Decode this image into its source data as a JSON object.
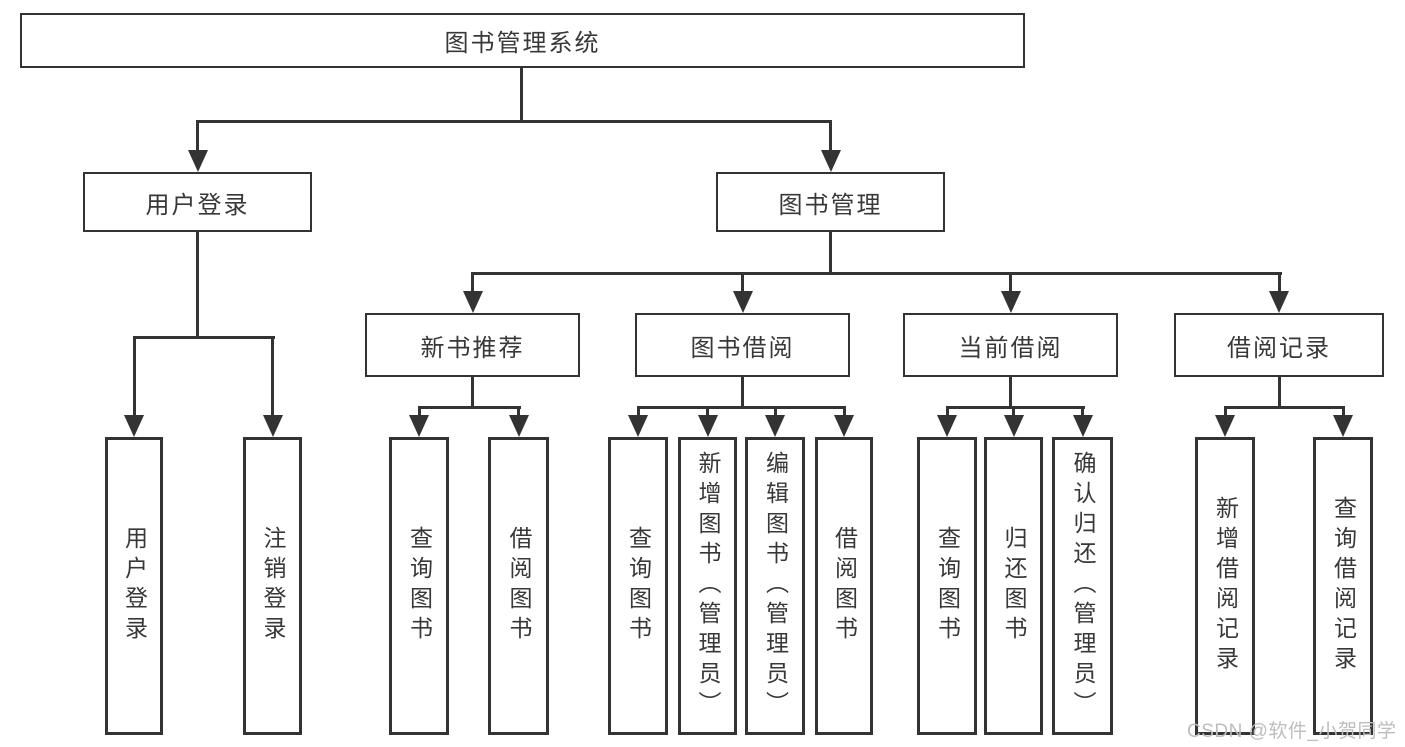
{
  "diagram": {
    "root": "图书管理系统",
    "branches": [
      {
        "label": "用户登录",
        "children": [
          "用户登录",
          "注销登录"
        ]
      },
      {
        "label": "图书管理",
        "groups": [
          {
            "label": "新书推荐",
            "children": [
              "查询图书",
              "借阅图书"
            ]
          },
          {
            "label": "图书借阅",
            "children": [
              "查询图书",
              "新增图书（管理员）",
              "编辑图书（管理员）",
              "借阅图书"
            ]
          },
          {
            "label": "当前借阅",
            "children": [
              "查询图书",
              "归还图书",
              "确认归还（管理员）"
            ]
          },
          {
            "label": "借阅记录",
            "children": [
              "新增借阅记录",
              "查询借阅记录"
            ]
          }
        ]
      }
    ]
  },
  "watermark": "CSDN @软件_小贺同学",
  "colors": {
    "line": "#333333",
    "box_background": "#ffffff",
    "text": "#383838",
    "watermark": "#bdbdbd"
  }
}
